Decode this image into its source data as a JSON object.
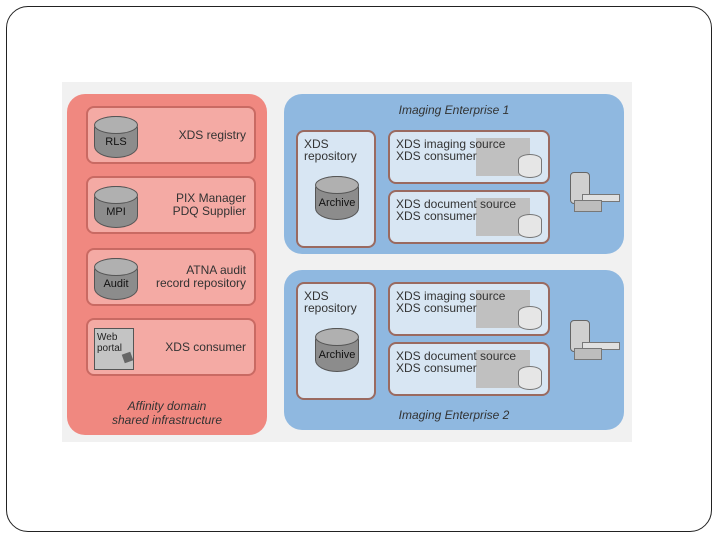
{
  "affinity": {
    "items": [
      {
        "db": "RLS",
        "label_lines": [
          "XDS registry"
        ]
      },
      {
        "db": "MPI",
        "label_lines": [
          "PIX Manager",
          "PDQ Supplier"
        ]
      },
      {
        "db": "Audit",
        "label_lines": [
          "ATNA audit",
          "record repository"
        ]
      },
      {
        "portal_lines": [
          "Web",
          "portal"
        ],
        "label_lines": [
          "XDS consumer"
        ]
      }
    ],
    "caption_lines": [
      "Affinity domain",
      "shared infrastructure"
    ]
  },
  "enterprises": [
    {
      "title": "Imaging Enterprise 1",
      "repository": {
        "label_lines": [
          "XDS",
          "repository"
        ],
        "db": "Archive"
      },
      "sources": [
        {
          "label_lines": [
            "XDS imaging source",
            "XDS consumer"
          ]
        },
        {
          "label_lines": [
            "XDS document source",
            "XDS consumer"
          ]
        }
      ]
    },
    {
      "title": "Imaging Enterprise 2",
      "repository": {
        "label_lines": [
          "XDS",
          "repository"
        ],
        "db": "Archive"
      },
      "sources": [
        {
          "label_lines": [
            "XDS imaging source",
            "XDS consumer"
          ]
        },
        {
          "label_lines": [
            "XDS document source",
            "XDS consumer"
          ]
        }
      ]
    }
  ]
}
